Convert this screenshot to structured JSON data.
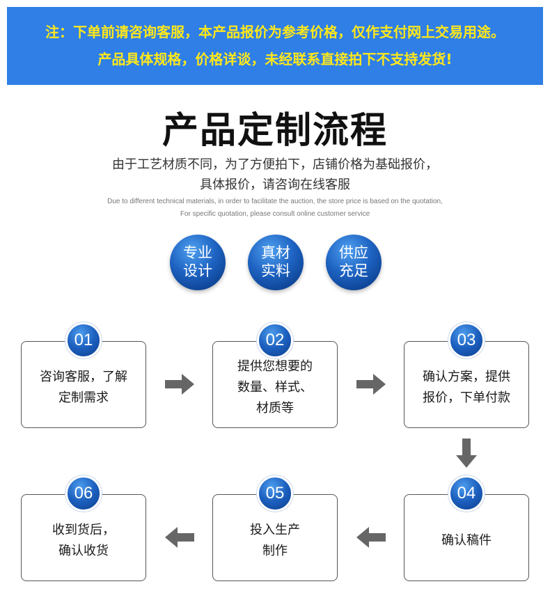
{
  "notice": {
    "line1": "注：下单前请咨询客服，本产品报价为参考价格，仅作支付网上交易用途。",
    "line2": "产品具体规格，价格详谈，未经联系直接拍下不支持发货!"
  },
  "header": {
    "title": "产品定制流程",
    "subtitle_line1": "由于工艺材质不同，为了方便拍下，店铺价格为基础报价，",
    "subtitle_line2": "具体报价，请咨询在线客服",
    "en_line1": "Due to different technical materials, in order to facilitate the auction, the store price is based on the quotation,",
    "en_line2": "For specific quotation, please consult online customer service"
  },
  "badges": [
    {
      "line1": "专业",
      "line2": "设计"
    },
    {
      "line1": "真材",
      "line2": "实料"
    },
    {
      "line1": "供应",
      "line2": "充足"
    }
  ],
  "steps": [
    {
      "number": "01",
      "text": "咨询客服，了解\n定制需求"
    },
    {
      "number": "02",
      "text": "提供您想要的\n数量、样式、\n材质等"
    },
    {
      "number": "03",
      "text": "确认方案，提供\n报价，下单付款"
    },
    {
      "number": "04",
      "text": "确认稿件"
    },
    {
      "number": "05",
      "text": "投入生产\n制作"
    },
    {
      "number": "06",
      "text": "收到货后，\n确认收货"
    }
  ],
  "colors": {
    "notice_bg": "#2f7fe6",
    "notice_text": "#ffe81a",
    "badge_blue": "#1e63c2",
    "arrow_gray": "#666666"
  }
}
